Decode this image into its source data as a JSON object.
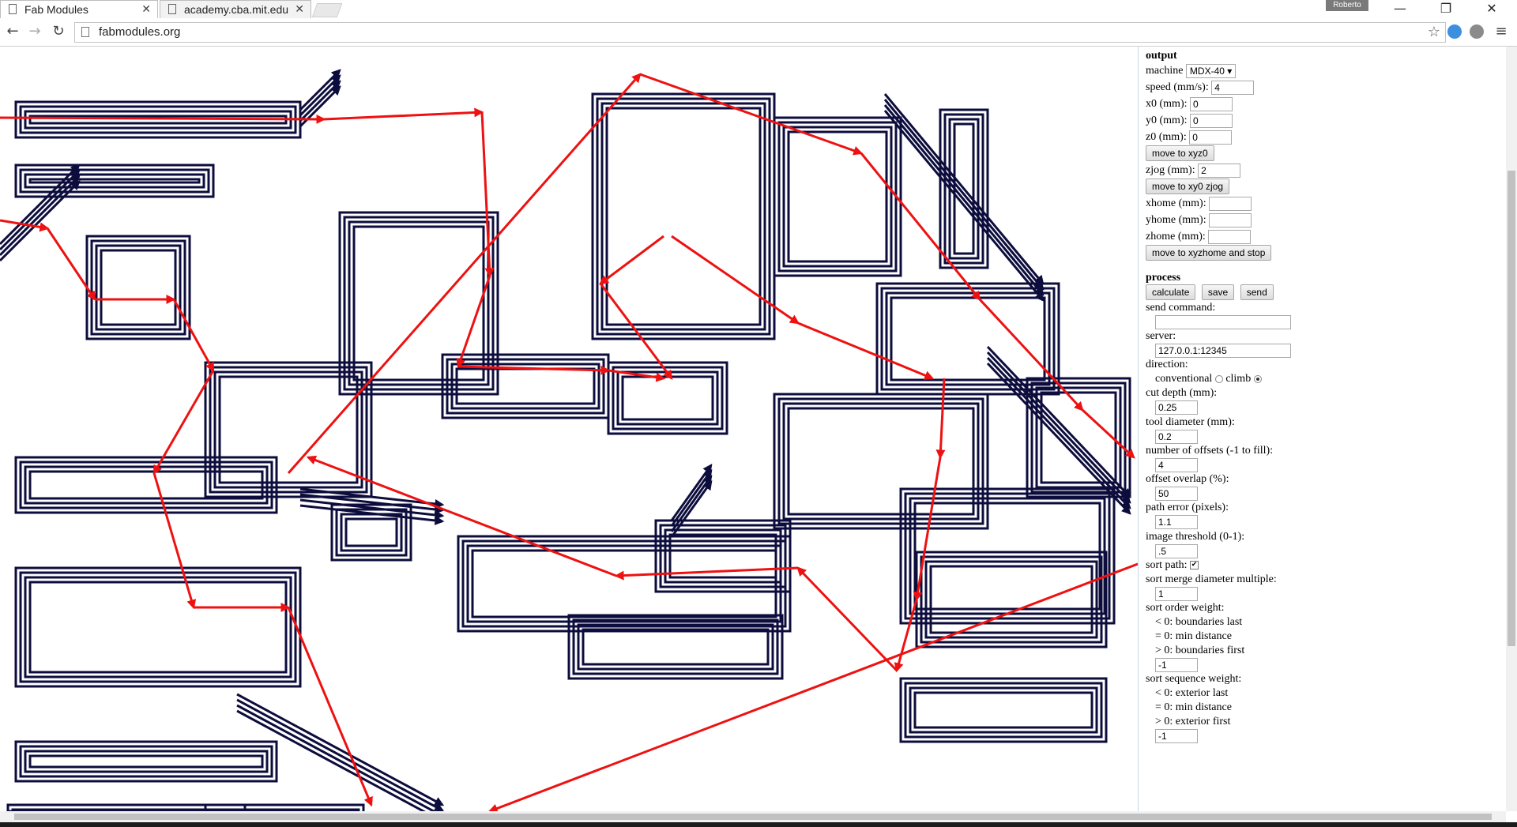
{
  "browser": {
    "tabs": [
      {
        "title": "Fab Modules",
        "active": true
      },
      {
        "title": "academy.cba.mit.edu",
        "active": false
      }
    ],
    "profile_name": "Roberto",
    "url": "fabmodules.org",
    "window_controls": {
      "minimize": "—",
      "restore": "❐",
      "close": "✕"
    }
  },
  "colors": {
    "toolpath": "#0d0d3d",
    "travel": "#ee1111",
    "panel_separator": "#c8d3e6"
  },
  "output": {
    "heading": "output",
    "machine_label": "machine",
    "machine_value": "MDX-40",
    "speed_label": "speed (mm/s):",
    "speed_value": "4",
    "x0_label": "x0 (mm):",
    "x0_value": "0",
    "y0_label": "y0 (mm):",
    "y0_value": "0",
    "z0_label": "z0 (mm):",
    "z0_value": "0",
    "move_xyz0_label": "move to xyz0",
    "zjog_label": "zjog (mm):",
    "zjog_value": "2",
    "move_xy0_zjog_label": "move to xy0 zjog",
    "xhome_label": "xhome (mm):",
    "xhome_value": "",
    "yhome_label": "yhome (mm):",
    "yhome_value": "",
    "zhome_label": "zhome (mm):",
    "zhome_value": "",
    "move_home_label": "move to xyzhome and stop"
  },
  "process": {
    "heading": "process",
    "calculate_label": "calculate",
    "save_label": "save",
    "send_label": "send",
    "send_command_label": "send command:",
    "send_command_value": "",
    "server_label": "server:",
    "server_value": "127.0.0.1:12345",
    "direction_label": "direction:",
    "conventional_label": "conventional",
    "climb_label": "climb",
    "direction_selected": "climb",
    "cut_depth_label": "cut depth (mm):",
    "cut_depth_value": "0.25",
    "tool_diameter_label": "tool diameter (mm):",
    "tool_diameter_value": "0.2",
    "offsets_label": "number of offsets (-1 to fill):",
    "offsets_value": "4",
    "overlap_label": "offset overlap (%):",
    "overlap_value": "50",
    "path_error_label": "path error (pixels):",
    "path_error_value": "1.1",
    "threshold_label": "image threshold (0-1):",
    "threshold_value": ".5",
    "sort_path_label": "sort path:",
    "sort_path_checked": true,
    "merge_label": "sort merge diameter multiple:",
    "merge_value": "1",
    "order_weight_label": "sort order weight:",
    "order_lines": [
      "< 0: boundaries last",
      "= 0: min distance",
      "> 0: boundaries first"
    ],
    "order_value": "-1",
    "sequence_weight_label": "sort sequence weight:",
    "sequence_lines": [
      "< 0: exterior last",
      "= 0: min distance",
      "> 0: exterior first"
    ],
    "sequence_value": "-1"
  }
}
